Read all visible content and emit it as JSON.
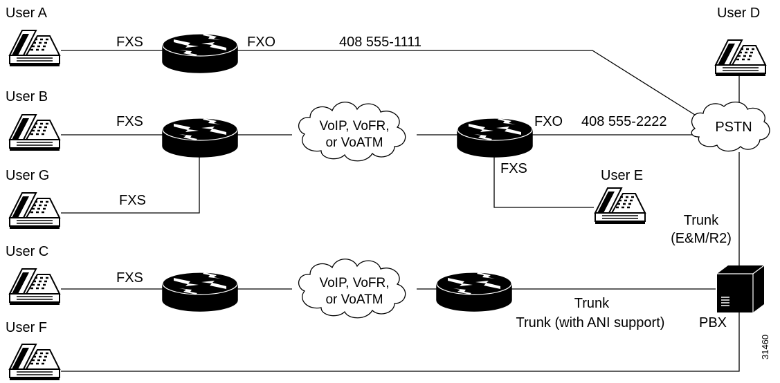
{
  "users": {
    "a": "User A",
    "b": "User B",
    "g": "User G",
    "c": "User C",
    "f": "User F",
    "d": "User D",
    "e": "User E"
  },
  "ports": {
    "fxs_a": "FXS",
    "fxo_a": "FXO",
    "fxs_b": "FXS",
    "fxs_g": "FXS",
    "fxo_mid": "FXO",
    "fxs_e": "FXS",
    "fxs_c": "FXS"
  },
  "numbers": {
    "line_a": "408 555-1111",
    "line_mid": "408 555-2222"
  },
  "clouds": {
    "upper": [
      "VoIP, VoFR,",
      "or VoATM"
    ],
    "lower": [
      "VoIP, VoFR,",
      "or VoATM"
    ],
    "pstn": "PSTN"
  },
  "trunks": {
    "pstn_pbx_1": "Trunk",
    "pstn_pbx_2": "(E&M/R2)",
    "router_pbx_1": "Trunk",
    "router_pbx_2": "Trunk (with ANI support)"
  },
  "pbx": "PBX",
  "figure_id": "31460",
  "colors": {
    "device_fill": "#000000",
    "arrow_fill": "#ffffff",
    "line": "#000000"
  },
  "icons": {
    "router": "router-icon",
    "phone": "telephone-icon",
    "cloud": "cloud-icon",
    "pbx": "pbx-icon"
  }
}
